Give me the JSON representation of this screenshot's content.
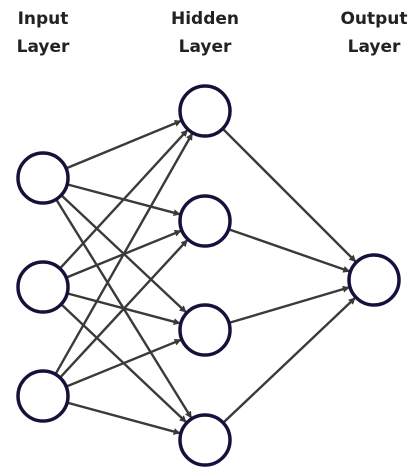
{
  "layers": [
    {
      "label_line1": "Input",
      "label_line2": "Layer",
      "neurons": 3
    },
    {
      "label_line1": "Hidden",
      "label_line2": "Layer",
      "neurons": 4
    },
    {
      "label_line1": "Output",
      "label_line2": "Layer",
      "neurons": 1
    }
  ],
  "colors": {
    "neuron_stroke": "#14123a",
    "neuron_fill": "#ffffff",
    "edge": "#3a3a3a",
    "text": "#222222"
  }
}
